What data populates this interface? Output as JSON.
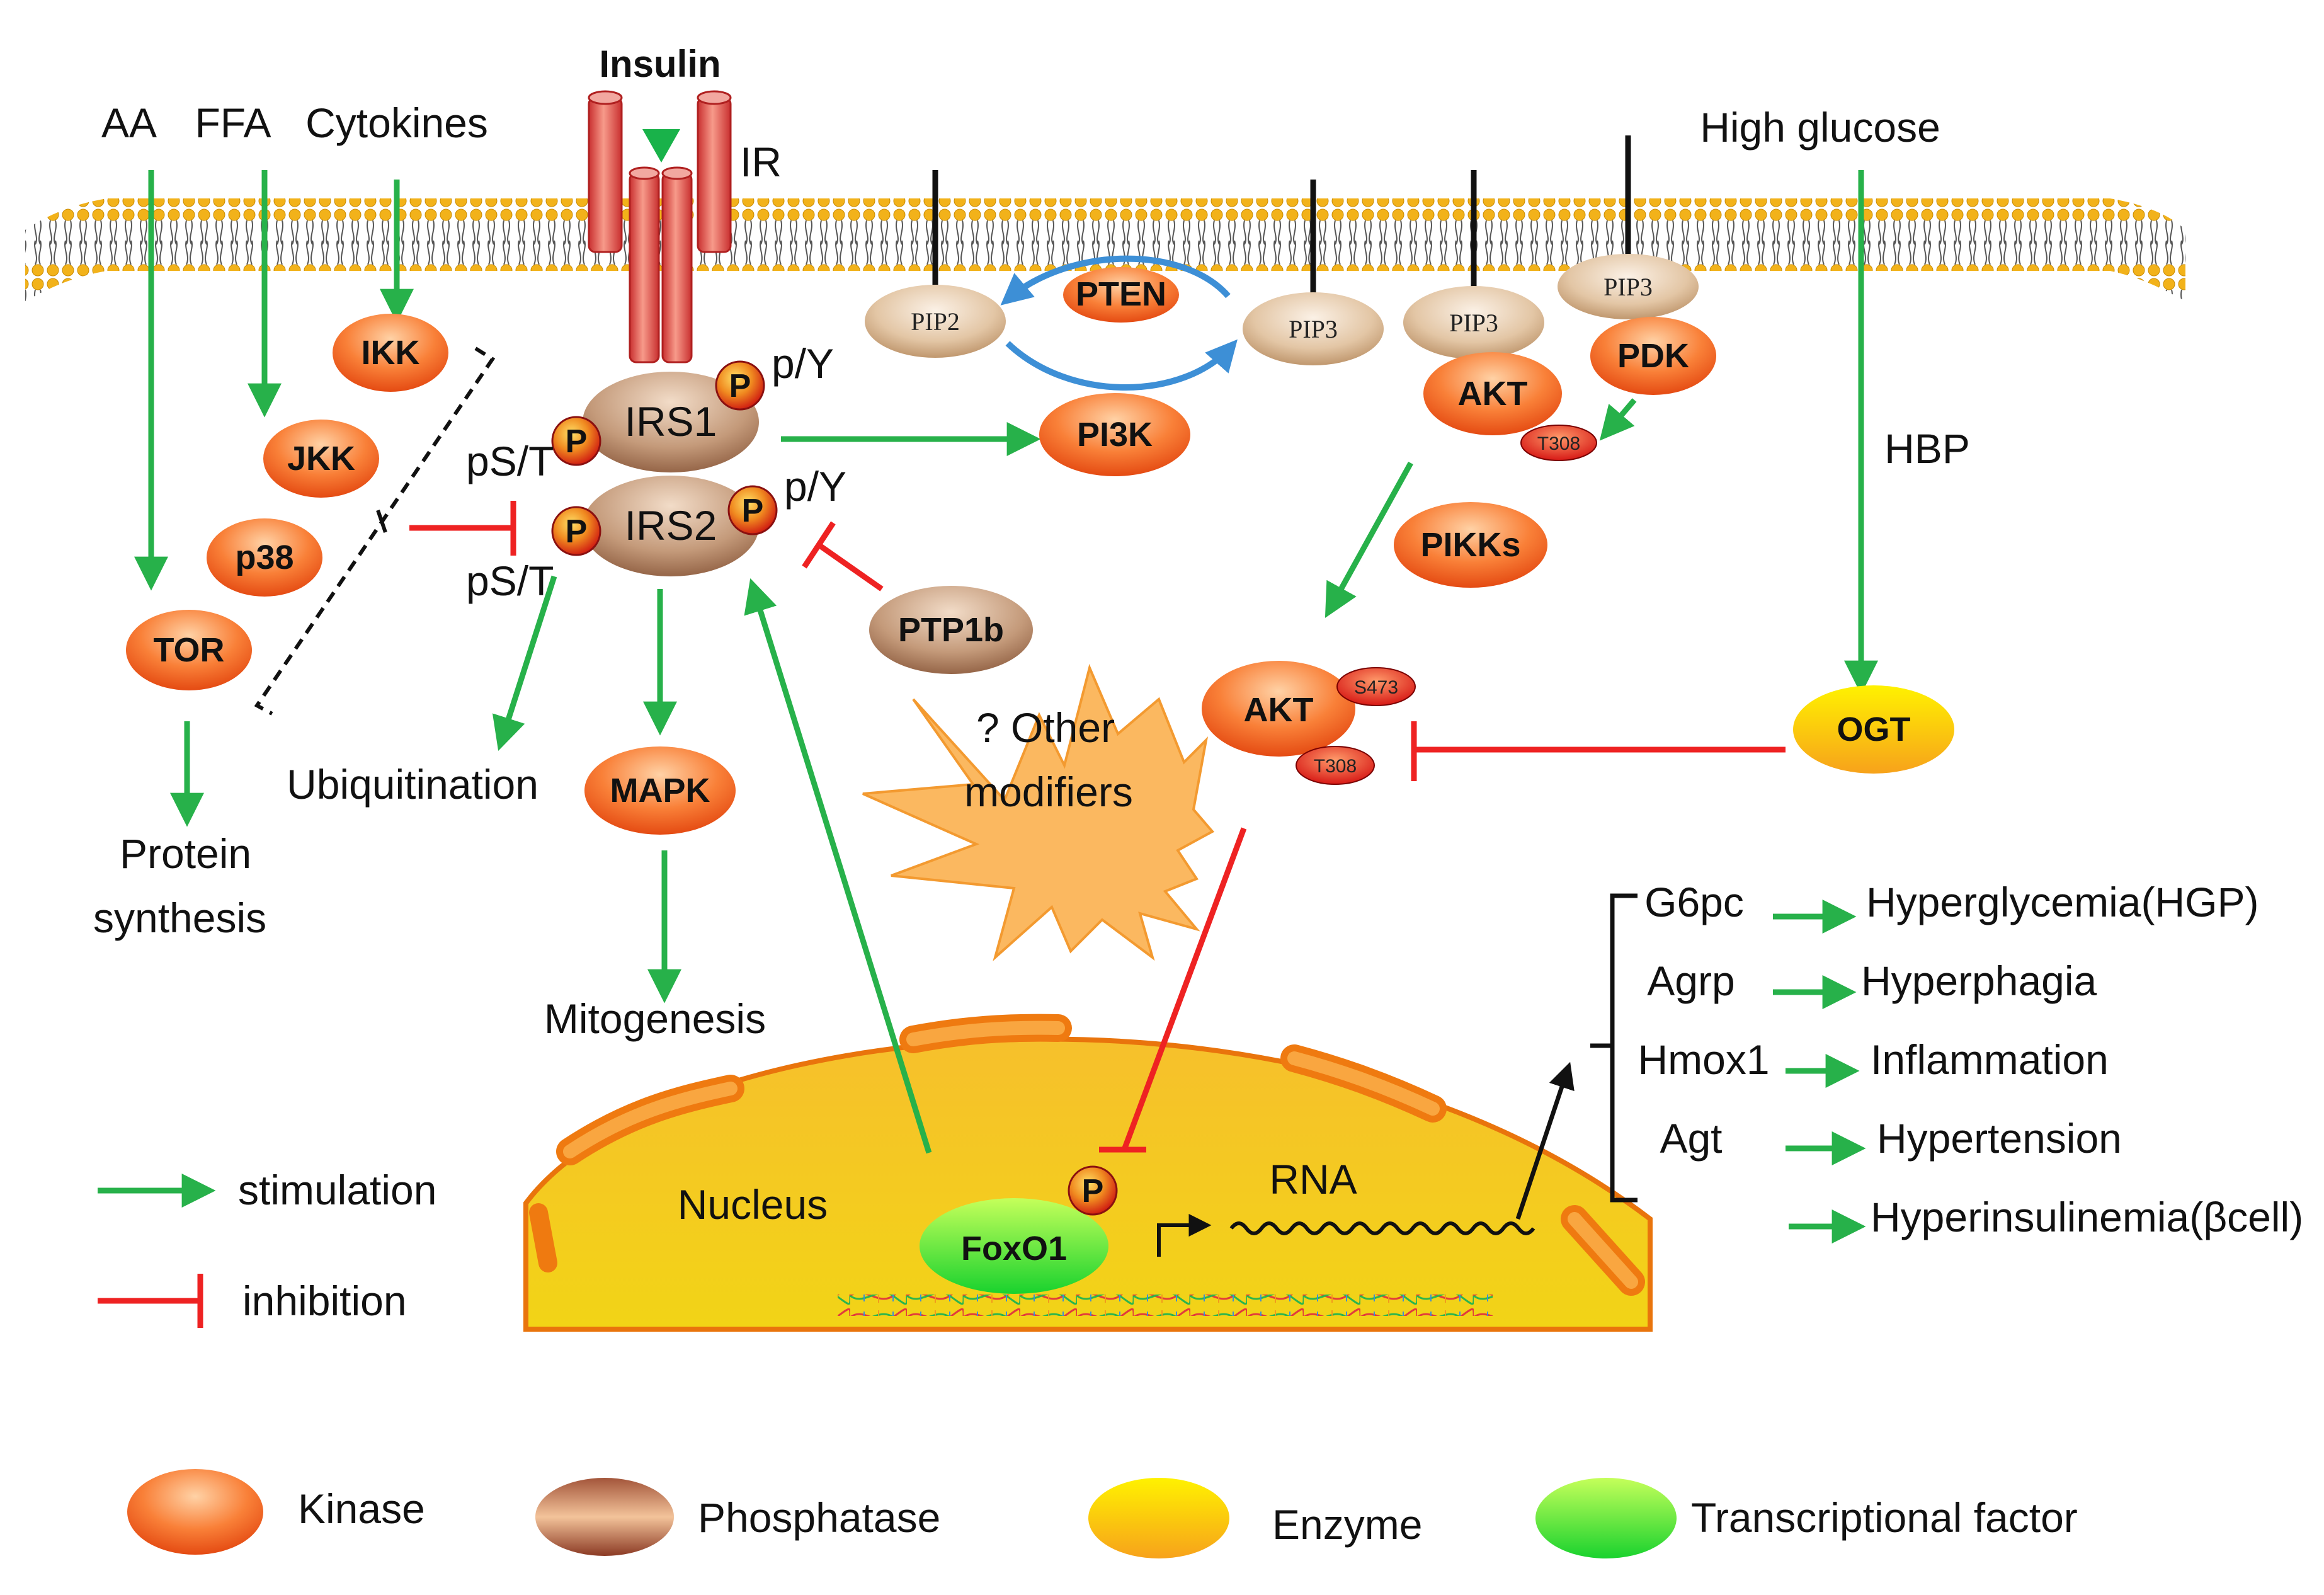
{
  "inputs": {
    "aa": "AA",
    "ffa": "FFA",
    "cytokines": "Cytokines",
    "insulin": "Insulin",
    "ir": "IR",
    "high_glucose": "High glucose",
    "hbp": "HBP"
  },
  "kinases": {
    "ikk": "IKK",
    "jkk": "JKK",
    "p38": "p38",
    "tor": "TOR",
    "pi3k": "PI3K",
    "pdk": "PDK",
    "akt_membrane": "AKT",
    "pikks": "PIKKs",
    "akt": "AKT",
    "mapk": "MAPK"
  },
  "phosphatases": {
    "pten": "PTEN",
    "ptp1b": "PTP1b"
  },
  "enzymes": {
    "ogt": "OGT"
  },
  "transcription_factor": {
    "foxo1": "FoxO1"
  },
  "substrates": {
    "irs1": "IRS1",
    "irs2": "IRS2",
    "irs1_py": "p/Y",
    "irs2_py": "p/Y",
    "irs1_pst": "pS/T",
    "irs2_pst": "pS/T",
    "phospho": "P"
  },
  "lipids": {
    "pip2": "PIP2",
    "pip3_pten": "PIP3",
    "pip3_akt": "PIP3",
    "pip3_pdk": "PIP3"
  },
  "sites": {
    "t308_membrane": "T308",
    "s473": "S473",
    "t308": "T308"
  },
  "outcomes": {
    "protein_synthesis": [
      "Protein",
      "synthesis"
    ],
    "ubiquitination": "Ubiquitination",
    "mitogenesis": "Mitogenesis",
    "other_modifiers": [
      "? Other",
      "modifiers"
    ]
  },
  "nucleus": {
    "label": "Nucleus",
    "rna": "RNA"
  },
  "target_genes": [
    {
      "gene": "G6pc",
      "effect": "Hyperglycemia(HGP)"
    },
    {
      "gene": "Agrp",
      "effect": "Hyperphagia"
    },
    {
      "gene": "Hmox1",
      "effect": "Inflammation"
    },
    {
      "gene": "Agt",
      "effect": "Hypertension"
    },
    {
      "gene": "",
      "effect": "Hyperinsulinemia(βcell)"
    }
  ],
  "legend": {
    "stimulation": "stimulation",
    "inhibition": "inhibition",
    "kinase": "Kinase",
    "phosphatase": "Phosphatase",
    "enzyme": "Enzyme",
    "transcriptional_factor": "Transcriptional factor"
  },
  "colors": {
    "stimulation": "#27b14a",
    "inhibition": "#ee2222",
    "kinase": "#f26522",
    "phosphatase": "#a0785a",
    "enzyme": "#ffcc00",
    "transcription_factor": "#22dd22",
    "nucleus": "#f5b81c",
    "receptor": "#e04848"
  }
}
